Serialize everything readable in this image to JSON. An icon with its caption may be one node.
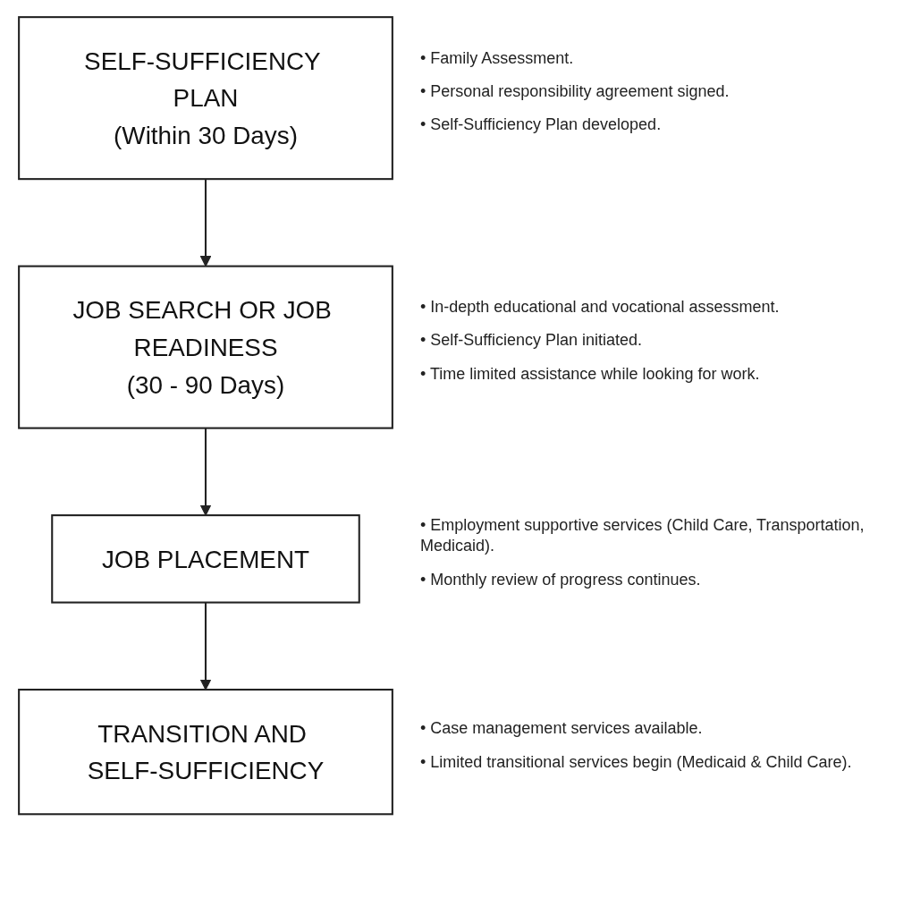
{
  "diagram": {
    "nodes": [
      {
        "text": [
          "SELF-SUFFICIENCY PLAN",
          "(Within 30 Days)"
        ],
        "beside": [
          "• Family Assessment.",
          "• Personal responsibility agreement signed.",
          "• Self-Sufficiency Plan developed."
        ]
      },
      {
        "text": [
          "JOB SEARCH OR JOB READINESS",
          "(30 - 90 Days)"
        ],
        "beside": [
          "• In-depth educational and vocational assessment.",
          "• Self-Sufficiency Plan initiated.",
          "• Time limited assistance while looking for work."
        ]
      },
      {
        "text": [
          "JOB PLACEMENT"
        ],
        "beside": [
          "• Employment supportive services (Child Care, Transportation, Medicaid).",
          "• Monthly review of progress continues."
        ]
      },
      {
        "text": [
          "TRANSITION AND SELF-SUFFICIENCY"
        ],
        "beside": [
          "• Case management services available.",
          "• Limited transitional services begin (Medicaid & Child Care)."
        ]
      }
    ],
    "edges": [
      {
        "from": 0,
        "to": 1,
        "arrow": "to"
      },
      {
        "from": 1,
        "to": 2,
        "arrow": "to"
      },
      {
        "from": 2,
        "to": 3,
        "arrow": "to"
      }
    ]
  }
}
